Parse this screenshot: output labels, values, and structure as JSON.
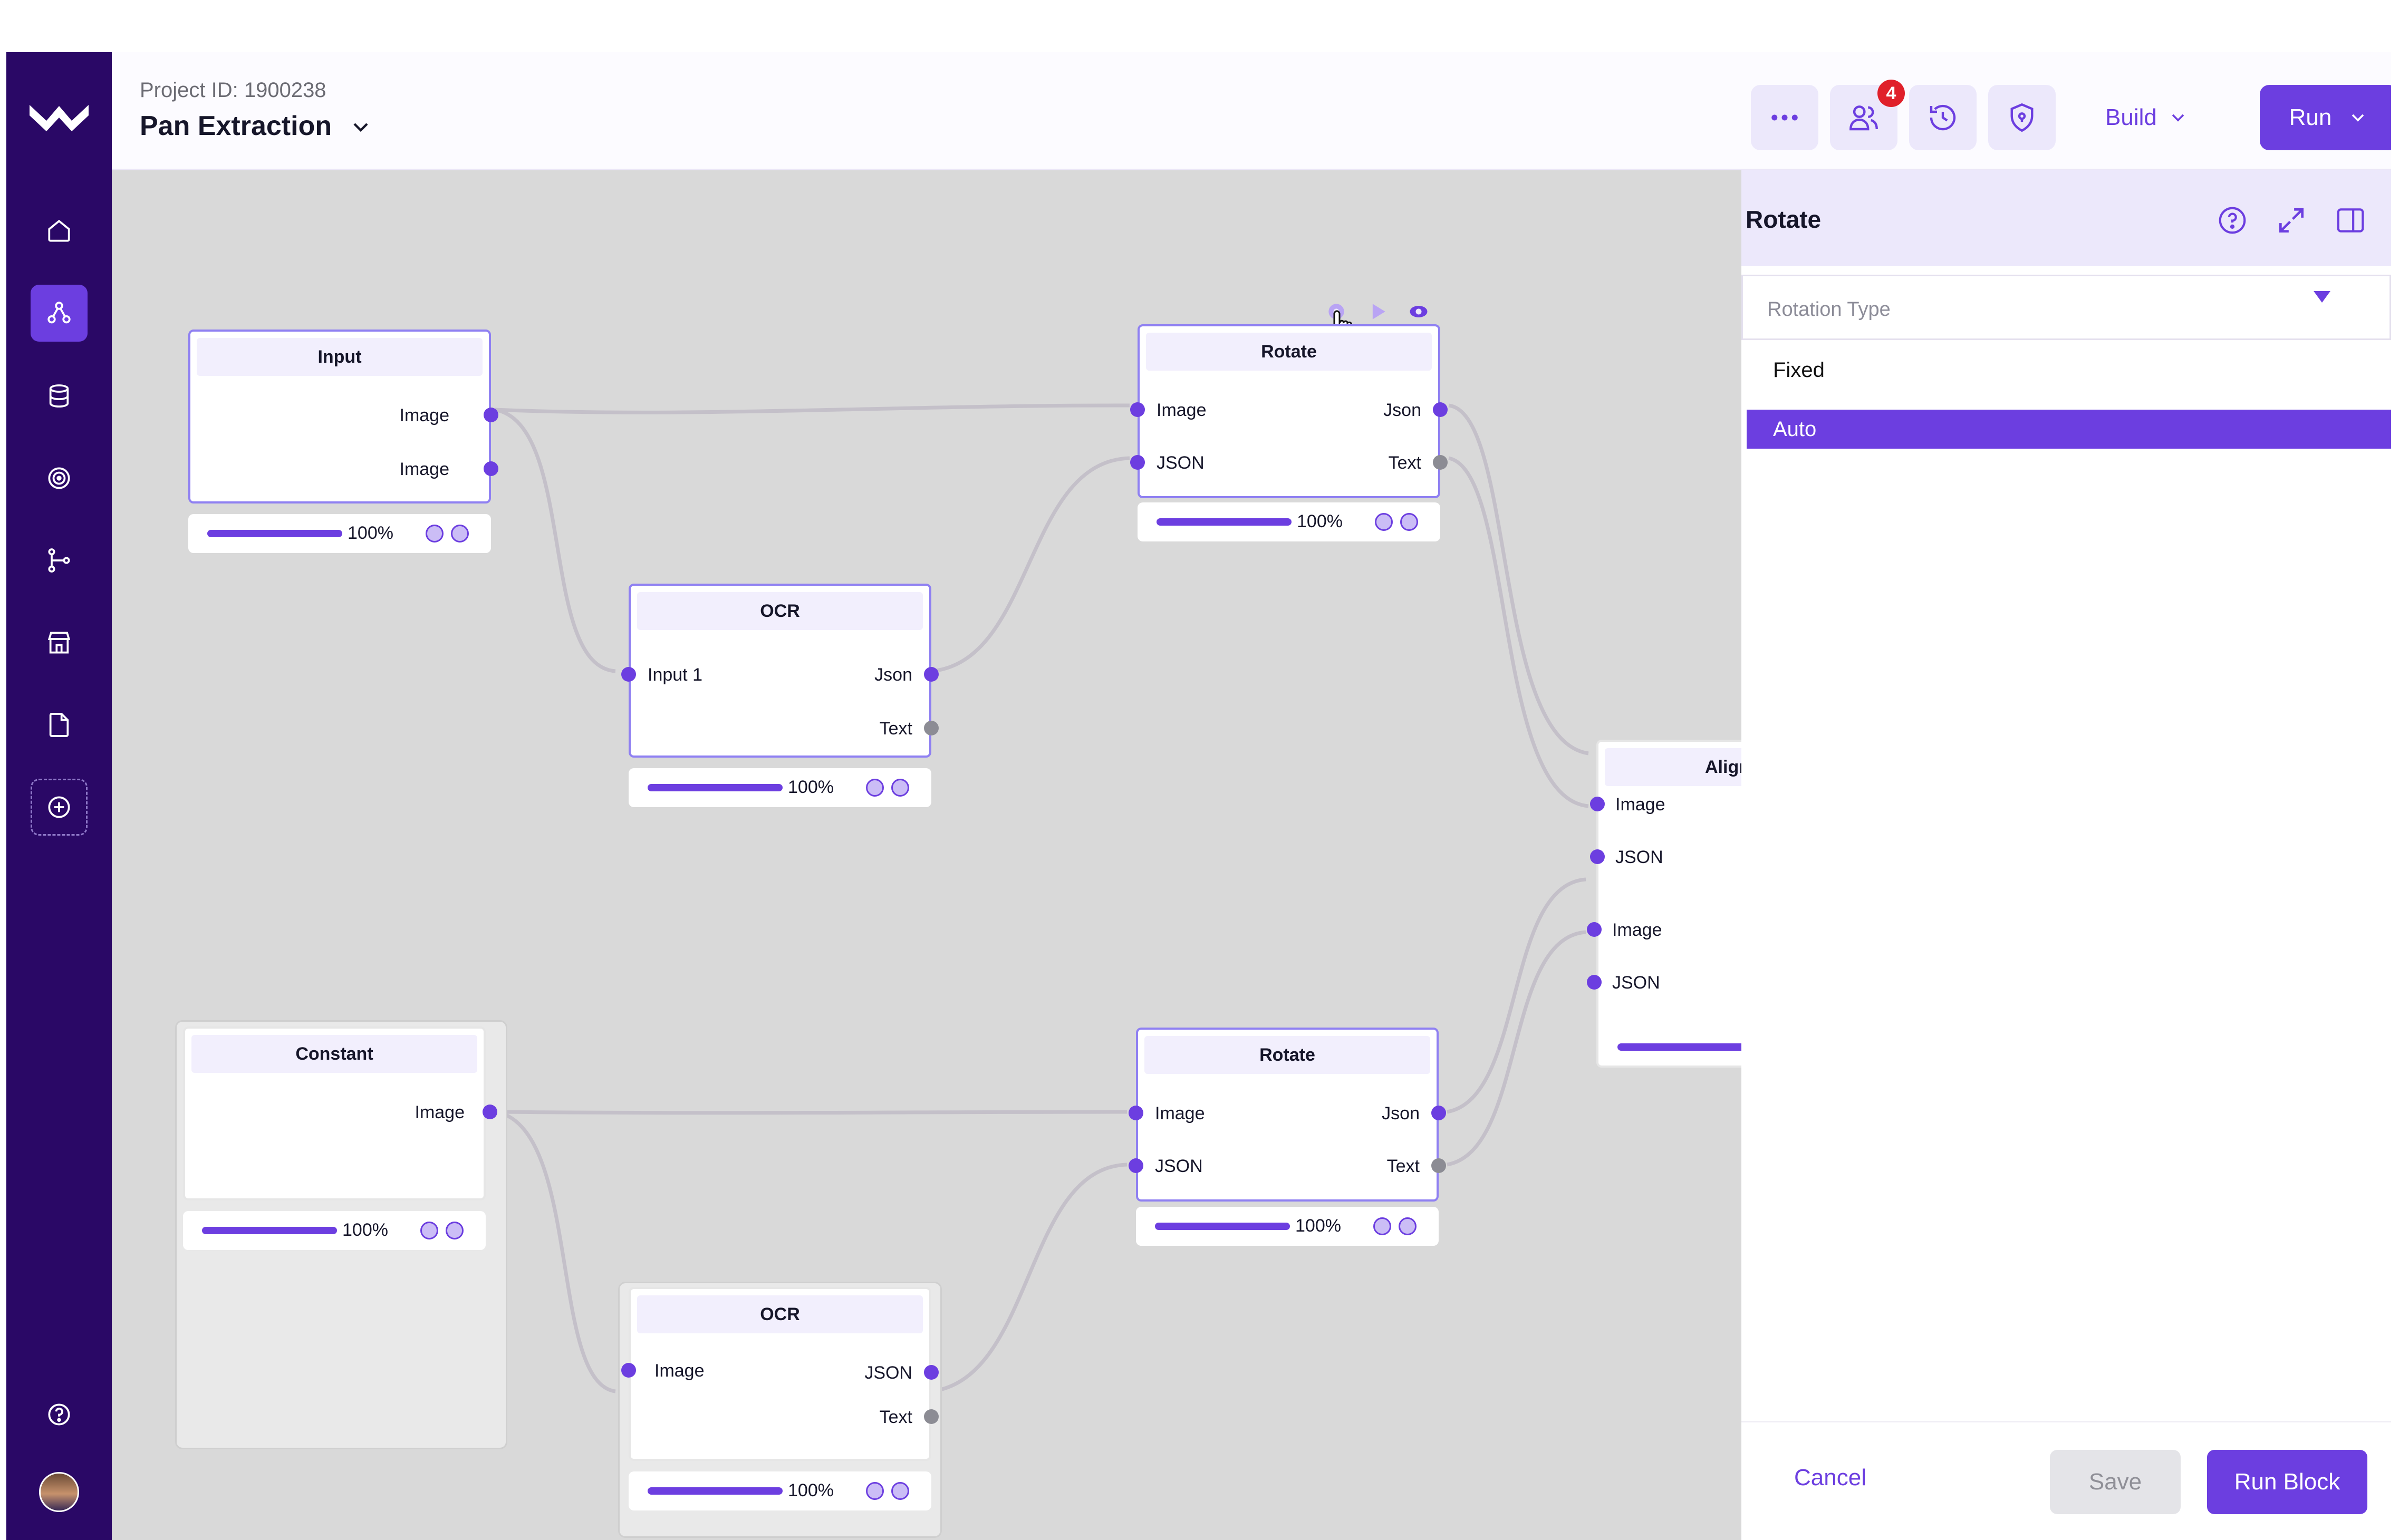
{
  "header": {
    "project_id": "Project ID: 1900238",
    "project_name": "Pan Extraction",
    "notification_count": "4",
    "build_label": "Build",
    "run_label": "Run"
  },
  "nodes": {
    "input": {
      "title": "Input",
      "ports": [
        "Image",
        "Image"
      ],
      "progress_label": "100%",
      "progress": 1.0
    },
    "ocr_top": {
      "title": "OCR",
      "in_ports": [
        "Input 1"
      ],
      "out_ports": [
        "Json",
        "Text"
      ],
      "progress_label": "100%",
      "progress": 1.0
    },
    "rotate_top": {
      "title": "Rotate",
      "in_ports": [
        "Image",
        "JSON"
      ],
      "out_ports": [
        "Json",
        "Text"
      ],
      "progress_label": "100%",
      "progress": 1.0
    },
    "align": {
      "title": "Align",
      "ports": [
        "Image",
        "JSON",
        "Image",
        "JSON"
      ]
    },
    "constant": {
      "title": "Constant",
      "ports": [
        "Image"
      ],
      "progress_label": "100%",
      "progress": 1.0
    },
    "rotate_bottom": {
      "title": "Rotate",
      "in_ports": [
        "Image",
        "JSON"
      ],
      "out_ports": [
        "Json",
        "Text"
      ],
      "progress_label": "100%",
      "progress": 1.0
    },
    "ocr_bottom": {
      "title": "OCR",
      "in_ports": [
        "Image"
      ],
      "out_ports": [
        "JSON",
        "Text"
      ],
      "progress_label": "100%",
      "progress": 1.0
    }
  },
  "panel": {
    "title": "Rotate",
    "select_placeholder": "Rotation Type",
    "options": [
      "Fixed",
      "Auto"
    ],
    "selected_option": "Auto",
    "cancel_label": "Cancel",
    "save_label": "Save",
    "run_block_label": "Run Block"
  },
  "colors": {
    "sidebar": "#2a0866",
    "accent": "#6c3ee0",
    "canvas": "#d9d9d9",
    "badge": "#e0202a"
  },
  "icons": {
    "sidebar": [
      "home-icon",
      "workflow-icon",
      "database-icon",
      "radar-icon",
      "git-branch-icon",
      "store-icon",
      "document-icon",
      "add-circle-icon",
      "help-circle-icon"
    ],
    "header": [
      "more-horizontal-icon",
      "users-icon",
      "history-icon",
      "shield-icon",
      "chevron-down-icon"
    ],
    "panel": [
      "help-circle-icon",
      "expand-icon",
      "sidebar-toggle-icon"
    ]
  }
}
